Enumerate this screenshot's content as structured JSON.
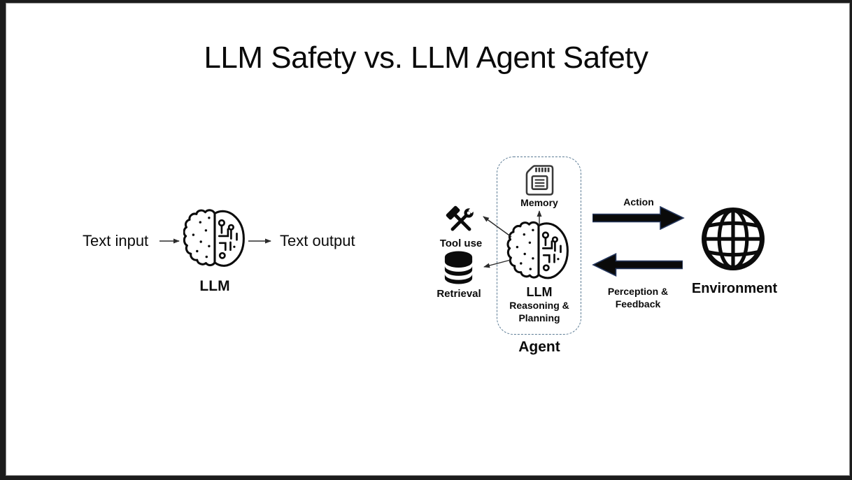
{
  "slide": {
    "title": "LLM Safety vs. LLM Agent Safety"
  },
  "llm_pipeline": {
    "input_label": "Text input",
    "output_label": "Text output",
    "model_label": "LLM"
  },
  "agent_system": {
    "memory_label": "Memory",
    "tool_use_label": "Tool use",
    "retrieval_label": "Retrieval",
    "model_label": "LLM",
    "model_sublabel": "Reasoning & Planning",
    "container_label": "Agent",
    "action_label": "Action",
    "feedback_label": "Perception & Feedback",
    "environment_label": "Environment"
  },
  "icons": {
    "llm": "brain-circuit-icon",
    "memory": "memory-card-icon",
    "tool_use": "hammer-wrench-icon",
    "retrieval": "database-icon",
    "environment": "globe-icon"
  },
  "colors": {
    "ink": "#0b0b0b",
    "agent_box_border": "#5b7b94",
    "thick_arrow_fill": "#0a0a0a",
    "thick_arrow_outline": "#24365c",
    "frame": "#1c1c1c",
    "connector": "#2b2b2b"
  }
}
